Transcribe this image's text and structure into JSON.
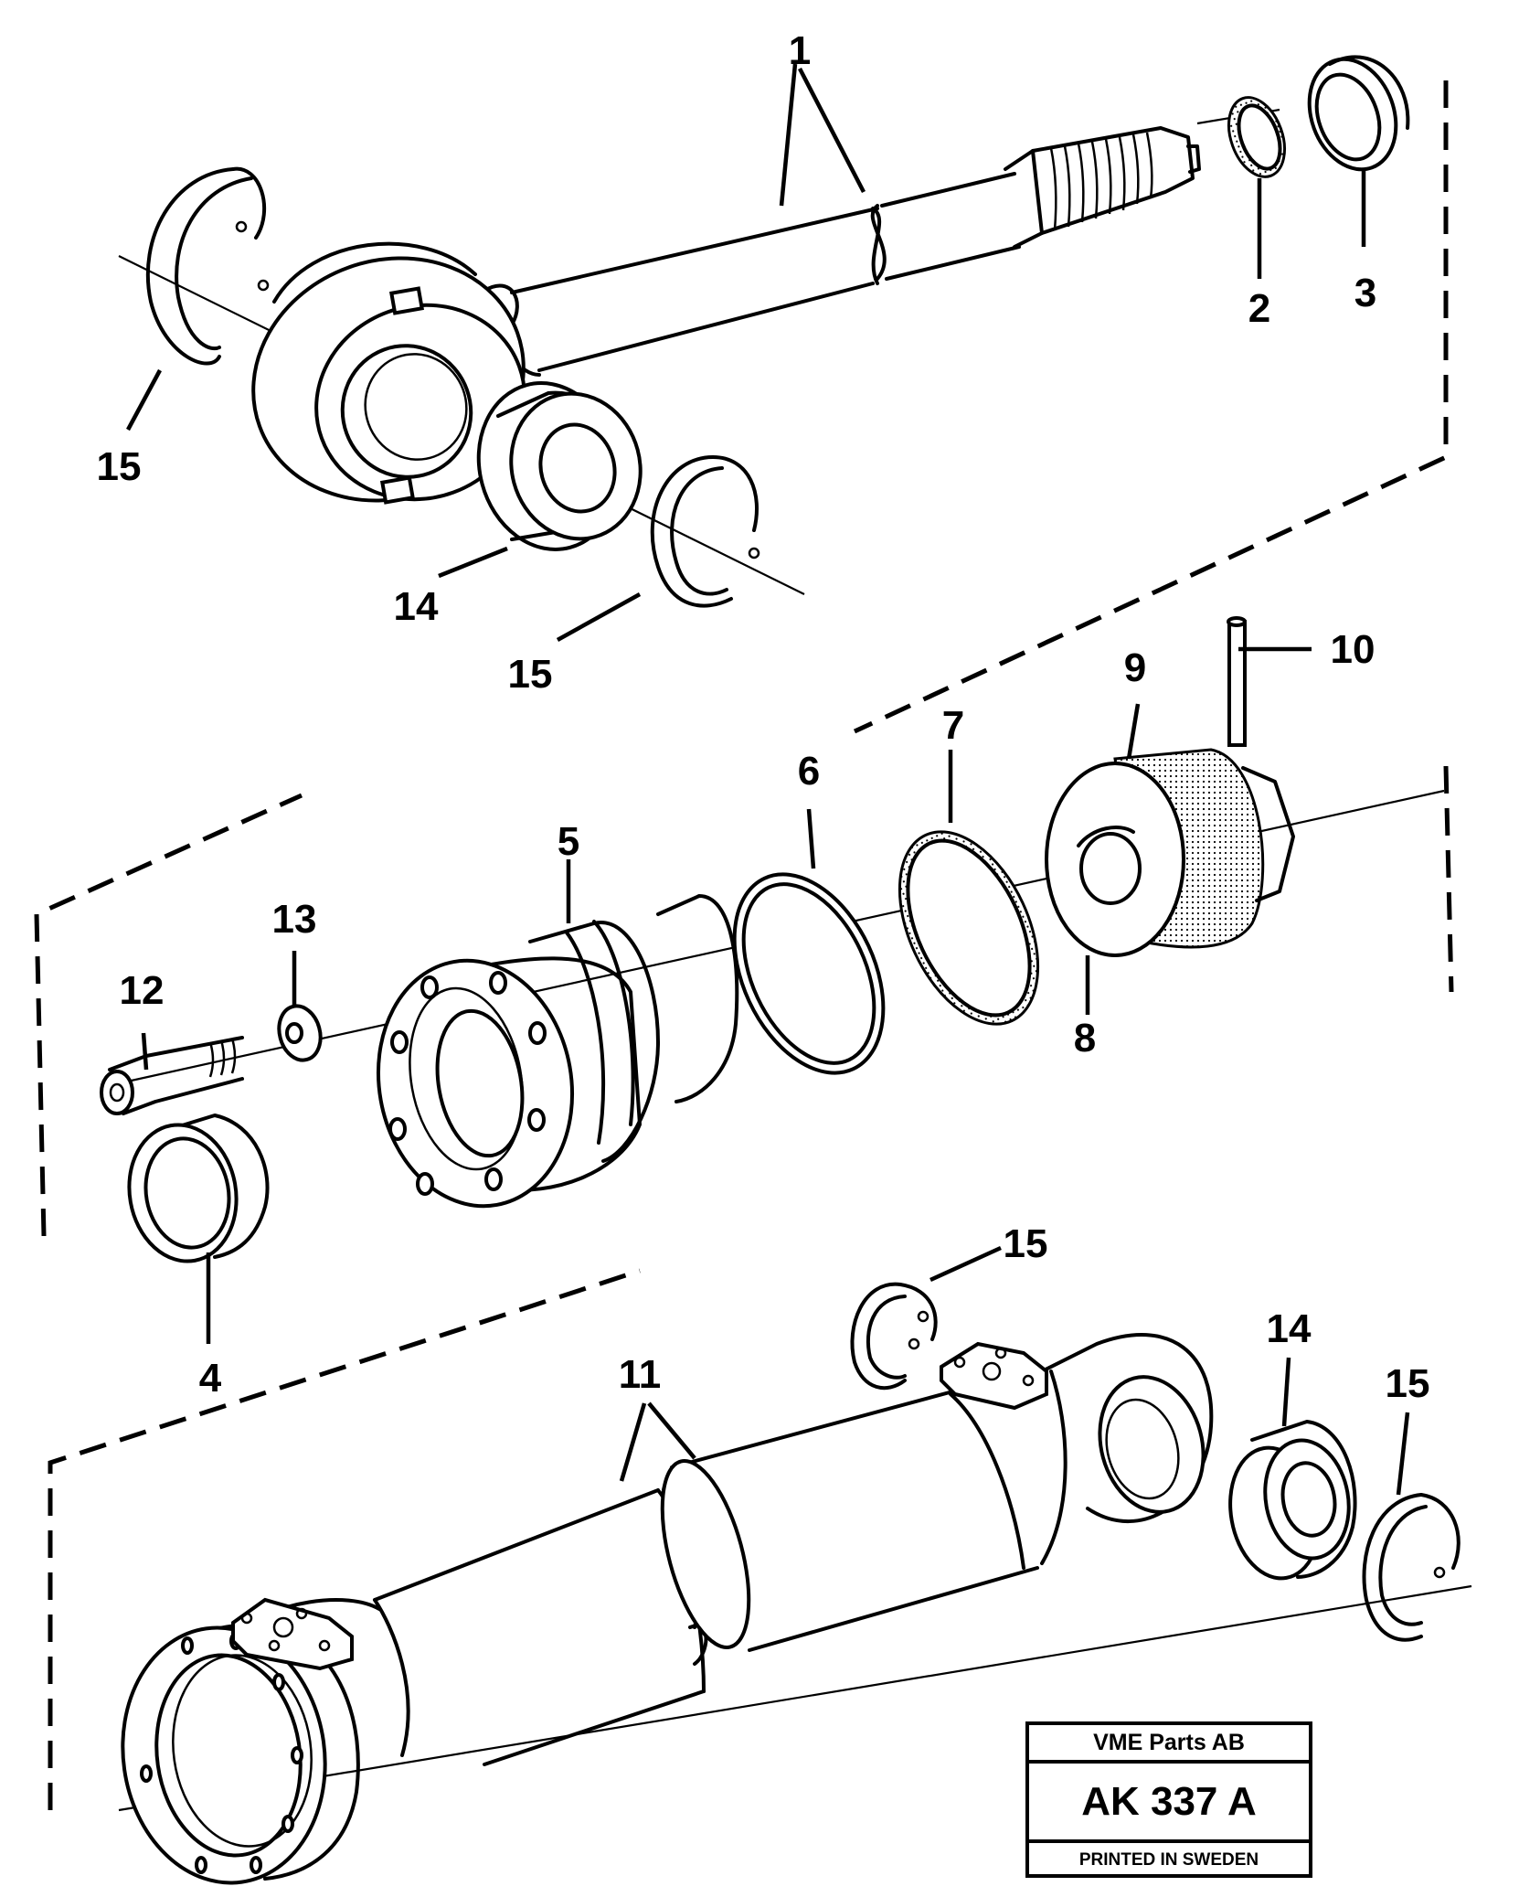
{
  "callouts": {
    "c1": "1",
    "c2": "2",
    "c3": "3",
    "c4": "4",
    "c5": "5",
    "c6": "6",
    "c7": "7",
    "c8": "8",
    "c9": "9",
    "c10": "10",
    "c11": "11",
    "c12": "12",
    "c13": "13",
    "c14a": "14",
    "c14b": "14",
    "c15a": "15",
    "c15b": "15",
    "c15c": "15",
    "c15d": "15"
  },
  "title_block": {
    "company": "VME Parts AB",
    "code": "AK 337 A",
    "printed": "PRINTED IN SWEDEN"
  }
}
